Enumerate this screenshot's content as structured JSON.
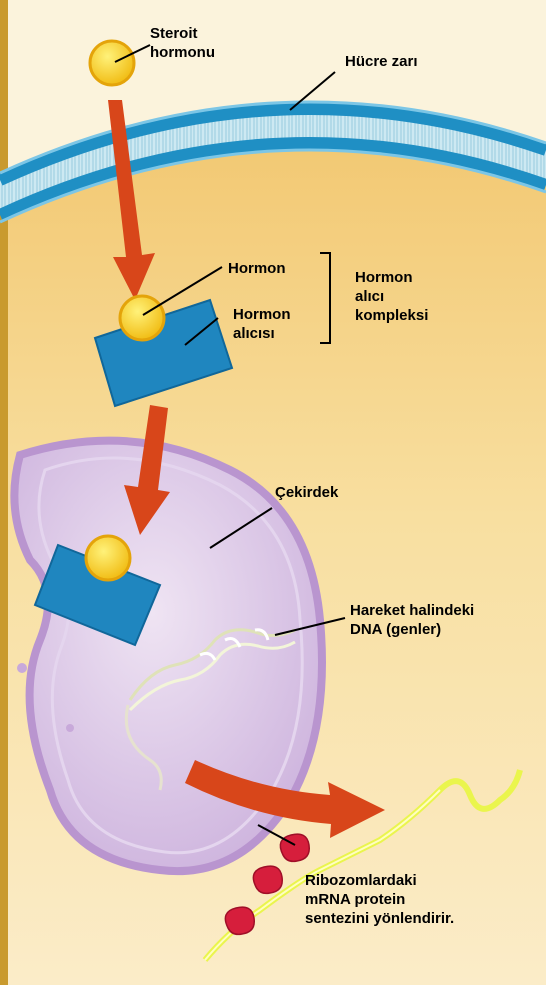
{
  "labels": {
    "steroid_hormone": [
      "Steroit",
      "hormonu"
    ],
    "cell_membrane": "Hücre zarı",
    "hormone": "Hormon",
    "hormone_receptor": [
      "Hormon",
      "alıcısı"
    ],
    "hormone_receptor_complex": [
      "Hormon",
      "alıcı",
      "kompleksi"
    ],
    "nucleus": "Çekirdek",
    "active_dna": [
      "Hareket halindeki",
      "DNA (genler)"
    ],
    "ribosome_mrna": [
      "Ribozomlardaki",
      "mRNA protein",
      "sentezini yönlendirir."
    ]
  },
  "colors": {
    "membrane_blue": "#1f8fc4",
    "membrane_light": "#bfe3ef",
    "cytoplasm": "#f7d98a",
    "nucleus": "#d8c3e6",
    "hormone_yellow": "#f7d11e",
    "receptor_blue": "#1f86bf",
    "arrow_red": "#d8461a",
    "ribosome_red": "#d61e3c",
    "mrna_yellow": "#e8f04a"
  }
}
